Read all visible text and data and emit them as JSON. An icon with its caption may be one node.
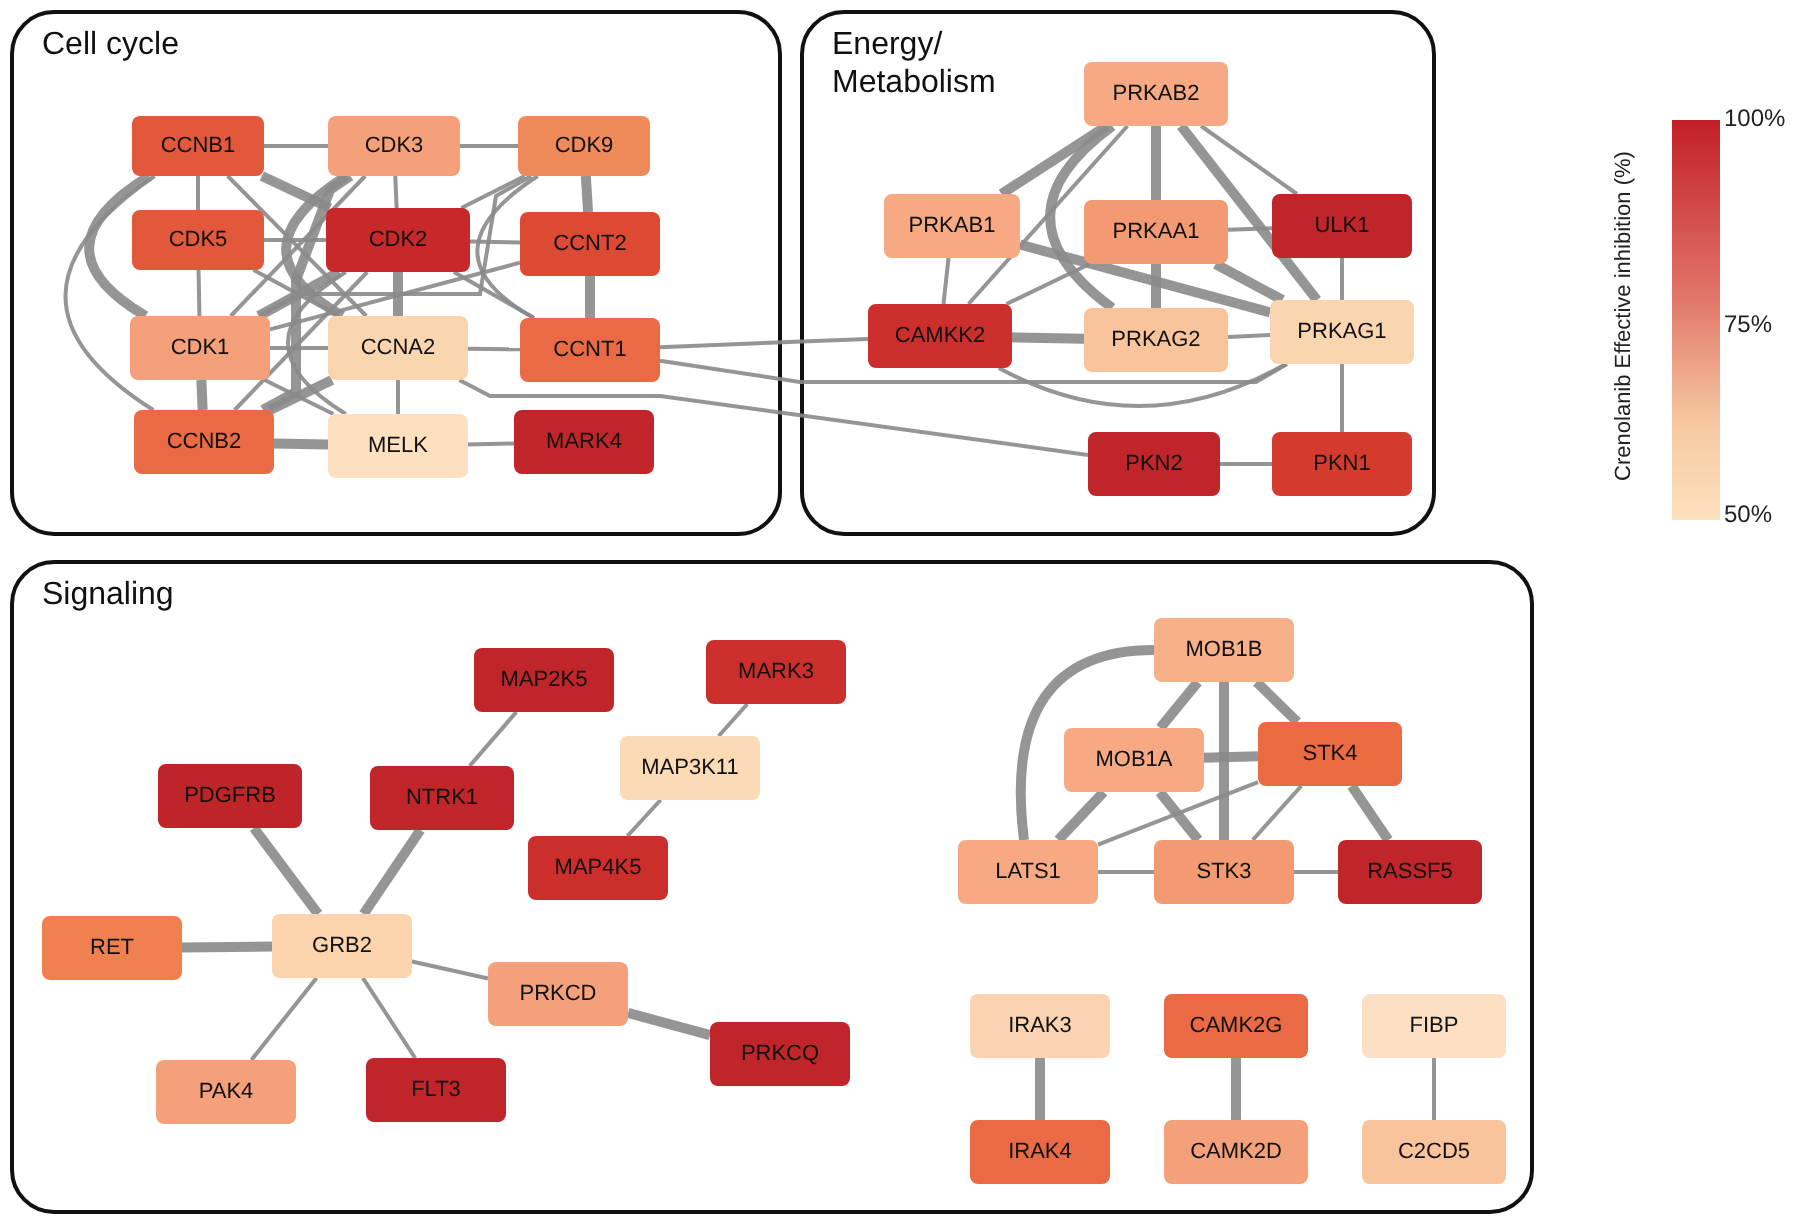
{
  "diagram": {
    "nodes": [
      {
        "text": [
          "Cell cycle"
        ]
      },
      {
        "text": [
          "Energy/ Metabolism"
        ]
      },
      {
        "text": [
          "Signaling"
        ]
      },
      {
        "text": [
          "CCNB1"
        ],
        "in": 0
      },
      {
        "text": [
          "CDK3"
        ],
        "in": 0
      },
      {
        "text": [
          "CDK9"
        ],
        "in": 0
      },
      {
        "text": [
          "CDK5"
        ],
        "in": 0
      },
      {
        "text": [
          "CDK2"
        ],
        "in": 0
      },
      {
        "text": [
          "CCNT2"
        ],
        "in": 0
      },
      {
        "text": [
          "CDK1"
        ],
        "in": 0
      },
      {
        "text": [
          "CCNA2"
        ],
        "in": 0
      },
      {
        "text": [
          "CCNT1"
        ],
        "in": 0
      },
      {
        "text": [
          "CCNB2"
        ],
        "in": 0
      },
      {
        "text": [
          "MELK"
        ],
        "in": 0
      },
      {
        "text": [
          "MARK4"
        ],
        "in": 0
      },
      {
        "text": [
          "PRKAB2"
        ],
        "in": 1
      },
      {
        "text": [
          "PRKAB1"
        ],
        "in": 1
      },
      {
        "text": [
          "PRKAA1"
        ],
        "in": 1
      },
      {
        "text": [
          "ULK1"
        ],
        "in": 1
      },
      {
        "text": [
          "CAMKK2"
        ],
        "in": 1
      },
      {
        "text": [
          "PRKAG2"
        ],
        "in": 1
      },
      {
        "text": [
          "PRKAG1"
        ],
        "in": 1
      },
      {
        "text": [
          "PKN2"
        ],
        "in": 1
      },
      {
        "text": [
          "PKN1"
        ],
        "in": 1
      },
      {
        "text": [
          "MAP2K5"
        ],
        "in": 2
      },
      {
        "text": [
          "MARK3"
        ],
        "in": 2
      },
      {
        "text": [
          "MAP3K11"
        ],
        "in": 2
      },
      {
        "text": [
          "PDGFRB"
        ],
        "in": 2
      },
      {
        "text": [
          "NTRK1"
        ],
        "in": 2
      },
      {
        "text": [
          "MAP4K5"
        ],
        "in": 2
      },
      {
        "text": [
          "RET"
        ],
        "in": 2
      },
      {
        "text": [
          "GRB2"
        ],
        "in": 2
      },
      {
        "text": [
          "PRKCD"
        ],
        "in": 2
      },
      {
        "text": [
          "PRKCQ"
        ],
        "in": 2
      },
      {
        "text": [
          "PAK4"
        ],
        "in": 2
      },
      {
        "text": [
          "FLT3"
        ],
        "in": 2
      },
      {
        "text": [
          "MOB1B"
        ],
        "in": 2
      },
      {
        "text": [
          "MOB1A"
        ],
        "in": 2
      },
      {
        "text": [
          "STK4"
        ],
        "in": 2
      },
      {
        "text": [
          "LATS1"
        ],
        "in": 2
      },
      {
        "text": [
          "STK3"
        ],
        "in": 2
      },
      {
        "text": [
          "RASSF5"
        ],
        "in": 2
      },
      {
        "text": [
          "IRAK3"
        ],
        "in": 2
      },
      {
        "text": [
          "CAMK2G"
        ],
        "in": 2
      },
      {
        "text": [
          "FIBP"
        ],
        "in": 2
      },
      {
        "text": [
          "IRAK4"
        ],
        "in": 2
      },
      {
        "text": [
          "CAMK2D"
        ],
        "in": 2
      },
      {
        "text": [
          "C2CD5"
        ],
        "in": 2
      }
    ],
    "edges": [
      {
        "from": 3,
        "to": 7,
        "arrow": "none",
        "style": "thick"
      },
      {
        "from": 3,
        "to": 9,
        "arrow": "none",
        "style": "thick"
      },
      {
        "from": 3,
        "to": 4,
        "arrow": "none"
      },
      {
        "from": 3,
        "to": 6,
        "arrow": "none"
      },
      {
        "from": 3,
        "to": 12,
        "arrow": "none"
      },
      {
        "from": 3,
        "to": 10,
        "arrow": "none"
      },
      {
        "from": 4,
        "to": 10,
        "arrow": "none",
        "style": "thick"
      },
      {
        "from": 4,
        "to": 9,
        "arrow": "none"
      },
      {
        "from": 4,
        "to": 5,
        "arrow": "none"
      },
      {
        "from": 4,
        "to": 7,
        "arrow": "none"
      },
      {
        "from": 4,
        "to": 12,
        "arrow": "none",
        "style": "thick"
      },
      {
        "from": 5,
        "to": 8,
        "arrow": "none",
        "style": "thick"
      },
      {
        "from": 5,
        "to": 11,
        "arrow": "none"
      },
      {
        "from": 5,
        "to": 9,
        "arrow": "none"
      },
      {
        "from": 5,
        "to": 7,
        "arrow": "none"
      },
      {
        "from": 6,
        "to": 9,
        "arrow": "none"
      },
      {
        "from": 6,
        "to": 7,
        "arrow": "none"
      },
      {
        "from": 6,
        "to": 10,
        "arrow": "none"
      },
      {
        "from": 7,
        "to": 10,
        "arrow": "none",
        "style": "thick"
      },
      {
        "from": 7,
        "to": 8,
        "arrow": "none"
      },
      {
        "from": 7,
        "to": 9,
        "arrow": "none",
        "style": "thick"
      },
      {
        "from": 7,
        "to": 12,
        "arrow": "none"
      },
      {
        "from": 7,
        "to": 13,
        "arrow": "none"
      },
      {
        "from": 7,
        "to": 11,
        "arrow": "none"
      },
      {
        "from": 8,
        "to": 11,
        "arrow": "none",
        "style": "thick"
      },
      {
        "from": 8,
        "to": 9,
        "arrow": "none"
      },
      {
        "from": 9,
        "to": 10,
        "arrow": "none"
      },
      {
        "from": 9,
        "to": 12,
        "arrow": "none",
        "style": "thick"
      },
      {
        "from": 9,
        "to": 13,
        "arrow": "none"
      },
      {
        "from": 10,
        "to": 11,
        "arrow": "none"
      },
      {
        "from": 10,
        "to": 12,
        "arrow": "none",
        "style": "thick"
      },
      {
        "from": 10,
        "to": 13,
        "arrow": "none"
      },
      {
        "from": 12,
        "to": 13,
        "arrow": "none",
        "style": "thick"
      },
      {
        "from": 13,
        "to": 14,
        "arrow": "none"
      },
      {
        "from": 11,
        "to": 19,
        "arrow": "none"
      },
      {
        "from": 11,
        "to": 21,
        "arrow": "none"
      },
      {
        "from": 10,
        "to": 22,
        "arrow": "none"
      },
      {
        "from": 15,
        "to": 16,
        "arrow": "none",
        "style": "thick"
      },
      {
        "from": 15,
        "to": 19,
        "arrow": "none"
      },
      {
        "from": 15,
        "to": 17,
        "arrow": "none",
        "style": "thick"
      },
      {
        "from": 15,
        "to": 20,
        "arrow": "none",
        "style": "thick"
      },
      {
        "from": 15,
        "to": 18,
        "arrow": "none"
      },
      {
        "from": 15,
        "to": 21,
        "arrow": "none",
        "style": "thick"
      },
      {
        "from": 16,
        "to": 19,
        "arrow": "none"
      },
      {
        "from": 16,
        "to": 21,
        "arrow": "none",
        "style": "thick"
      },
      {
        "from": 17,
        "to": 18,
        "arrow": "none"
      },
      {
        "from": 17,
        "to": 20,
        "arrow": "none",
        "style": "thick"
      },
      {
        "from": 17,
        "to": 21,
        "arrow": "none",
        "style": "thick"
      },
      {
        "from": 17,
        "to": 19,
        "arrow": "none"
      },
      {
        "from": 19,
        "to": 20,
        "arrow": "none",
        "style": "thick"
      },
      {
        "from": 19,
        "to": 21,
        "arrow": "none"
      },
      {
        "from": 20,
        "to": 21,
        "arrow": "none"
      },
      {
        "from": 18,
        "to": 21,
        "arrow": "none"
      },
      {
        "from": 21,
        "to": 23,
        "arrow": "none"
      },
      {
        "from": 22,
        "to": 23,
        "arrow": "none"
      },
      {
        "from": 31,
        "to": 27,
        "arrow": "none",
        "style": "thick"
      },
      {
        "from": 31,
        "to": 28,
        "arrow": "none",
        "style": "thick"
      },
      {
        "from": 31,
        "to": 30,
        "arrow": "none",
        "style": "thick"
      },
      {
        "from": 31,
        "to": 34,
        "arrow": "none"
      },
      {
        "from": 31,
        "to": 35,
        "arrow": "none"
      },
      {
        "from": 31,
        "to": 32,
        "arrow": "none"
      },
      {
        "from": 32,
        "to": 33,
        "arrow": "none",
        "style": "thick"
      },
      {
        "from": 28,
        "to": 24,
        "arrow": "none"
      },
      {
        "from": 26,
        "to": 25,
        "arrow": "none"
      },
      {
        "from": 26,
        "to": 29,
        "arrow": "none"
      },
      {
        "from": 36,
        "to": 37,
        "arrow": "none",
        "style": "thick"
      },
      {
        "from": 36,
        "to": 39,
        "arrow": "none",
        "style": "thick"
      },
      {
        "from": 36,
        "to": 40,
        "arrow": "none",
        "style": "thick"
      },
      {
        "from": 36,
        "to": 38,
        "arrow": "none",
        "style": "thick"
      },
      {
        "from": 37,
        "to": 38,
        "arrow": "none",
        "style": "thick"
      },
      {
        "from": 37,
        "to": 39,
        "arrow": "none",
        "style": "thick"
      },
      {
        "from": 37,
        "to": 40,
        "arrow": "none",
        "style": "thick"
      },
      {
        "from": 38,
        "to": 39,
        "arrow": "none"
      },
      {
        "from": 38,
        "to": 41,
        "arrow": "none",
        "style": "thick"
      },
      {
        "from": 38,
        "to": 40,
        "arrow": "none"
      },
      {
        "from": 39,
        "to": 40,
        "arrow": "none"
      },
      {
        "from": 40,
        "to": 41,
        "arrow": "none"
      },
      {
        "from": 42,
        "to": 45,
        "arrow": "none",
        "style": "thick"
      },
      {
        "from": 43,
        "to": 46,
        "arrow": "none",
        "style": "thick"
      },
      {
        "from": 44,
        "to": 47,
        "arrow": "none"
      }
    ],
    "labels": [
      "Crenolanib Effective inhibition (%)",
      "100%",
      "75%",
      "50%"
    ]
  }
}
